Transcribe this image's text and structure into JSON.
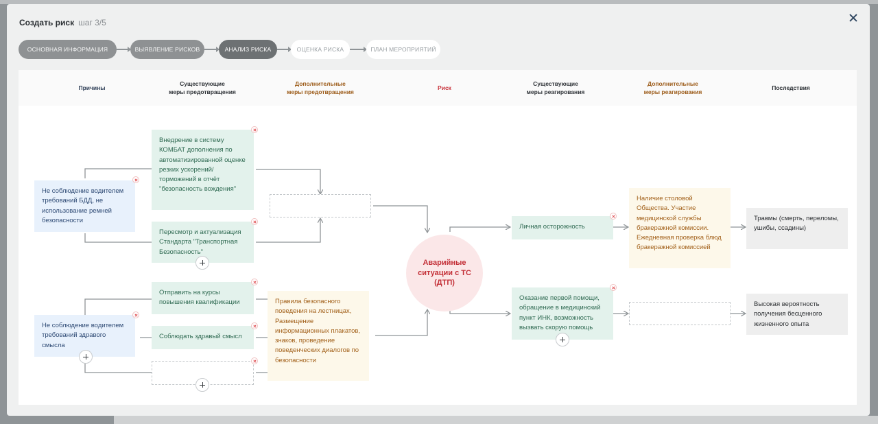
{
  "header": {
    "title": "Создать риск",
    "step_text": "шаг 3/5"
  },
  "stepper": [
    {
      "label": "ОСНОВНАЯ ИНФОРМАЦИЯ",
      "state": "done"
    },
    {
      "label": "ВЫЯВЛЕНИЕ РИСКОВ",
      "state": "done"
    },
    {
      "label": "АНАЛИЗ РИСКА",
      "state": "active"
    },
    {
      "label": "ОЦЕНКА РИСКА",
      "state": "todo"
    },
    {
      "label": "ПЛАН МЕРОПРИЯТИЙ",
      "state": "todo"
    }
  ],
  "columns": {
    "causes": [
      "Причины"
    ],
    "existing_prevention": [
      "Существующие",
      "меры предотвращения"
    ],
    "additional_prevention": [
      "Дополнительные",
      "меры предотвращения"
    ],
    "risk": [
      "Риск"
    ],
    "existing_response": [
      "Существующие",
      "меры реагирования"
    ],
    "additional_response": [
      "Дополнительные",
      "меры реагирования"
    ],
    "consequences": [
      "Последствия"
    ]
  },
  "causes": [
    "Не соблюдение водителем требований БДД, не использование ремней безопасности",
    "Не соблюдение водителем требований здравого смысла"
  ],
  "existing_prevention": [
    "Внедрение в систему КОМБАТ дополнения по автоматизированной оценке резких ускорений/торможений в отчёт \"безопасность вождения\"",
    "Пересмотр и актуализация Стандарта \"Транспортная Безопасность\"",
    "Отправить на курсы повышения квалификации",
    "Соблюдать здравый смысл"
  ],
  "additional_prevention": [
    "Правила безопасного поведения на лестницах, Размещение информационных плакатов, знаков, проведение поведенческих диалогов по безопасности"
  ],
  "risk": "Аварийные ситуации с ТС (ДТП)",
  "existing_response": [
    "Личная осторожность",
    "Оказание первой помощи, обращение в медицинский пункт ИНК, возможность вызвать скорую помощь"
  ],
  "additional_response": [
    "Наличие столовой Общества. Участие медицинской службы бракеражной комиссии. Ежедневная проверка блюд бракеражной комиссией"
  ],
  "consequences": [
    "Травмы (смерть, переломы, ушибы, ссадины)",
    "Высокая вероятность получения бесценного жизненного опыта"
  ],
  "colors": {
    "cause_bg": "#e8f1fc",
    "prevention_bg": "#e3f2ec",
    "additional_bg": "#fdf8ea",
    "risk_bg": "#fbe7e8",
    "risk_text": "#c32f37",
    "consequence_bg": "#eeeeee"
  },
  "icons": {
    "close": "close-icon",
    "remove": "remove-icon",
    "add": "plus-icon"
  }
}
